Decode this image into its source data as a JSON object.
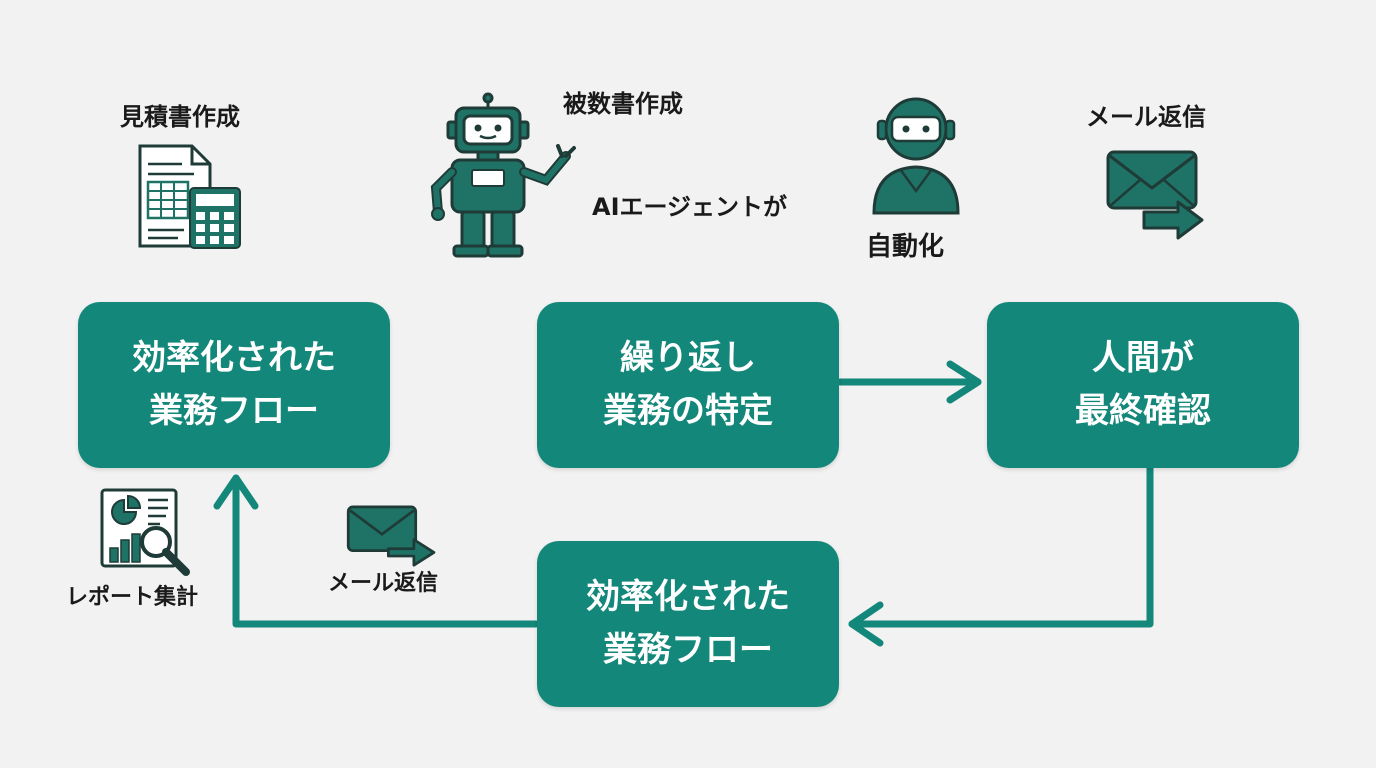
{
  "colors": {
    "accent": "#13877a",
    "icon": "#1f7366",
    "background": "#f2f2f2",
    "text": "#1a1a1a"
  },
  "labels": {
    "estimate": "見積書作成",
    "multi_doc": "被数書作成",
    "ai_agent": "AIエージェントが",
    "automation": "自動化",
    "mail_reply_top": "メール返信",
    "report": "レポート集計",
    "mail_reply_bottom": "メール返信"
  },
  "boxes": {
    "left": {
      "line1": "効率化された",
      "line2": "業務フロー"
    },
    "center": {
      "line1": "繰り返し",
      "line2": "業務の特定"
    },
    "right": {
      "line1": "人間が",
      "line2": "最終確認"
    },
    "bottom": {
      "line1": "効率化された",
      "line2": "業務フロー"
    }
  },
  "icons": {
    "estimate": "document-calculator-icon",
    "robot": "robot-icon",
    "person": "human-operator-icon",
    "mail_top": "mail-forward-icon",
    "report": "report-analysis-icon",
    "mail_bottom": "mail-forward-icon"
  }
}
